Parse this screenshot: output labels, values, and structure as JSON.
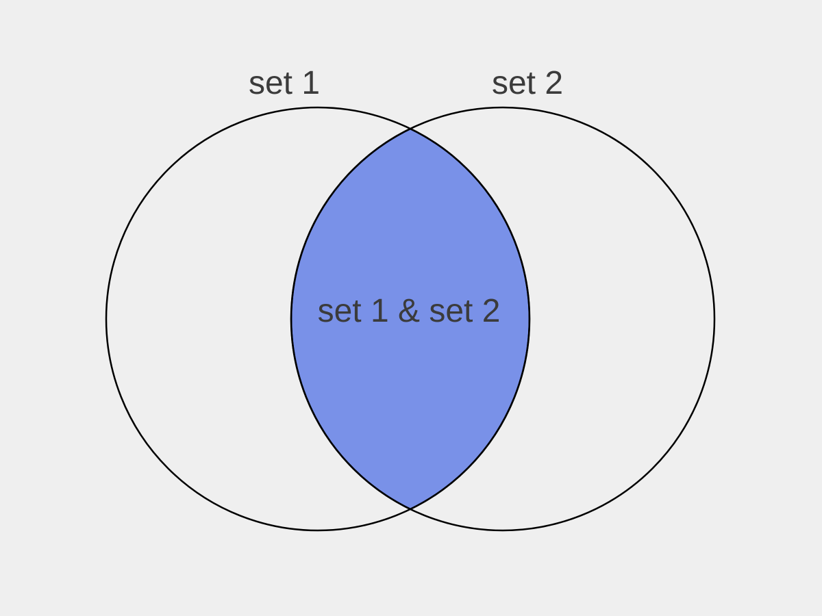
{
  "diagram": {
    "type": "venn",
    "background_color": "#efefef",
    "stroke_color": "#000000",
    "label_color": "#3b3b3b",
    "sets": [
      {
        "label": "set 1"
      },
      {
        "label": "set 2"
      }
    ],
    "intersection": {
      "label": "set 1 & set 2",
      "fill_color": "#7991e8"
    }
  }
}
